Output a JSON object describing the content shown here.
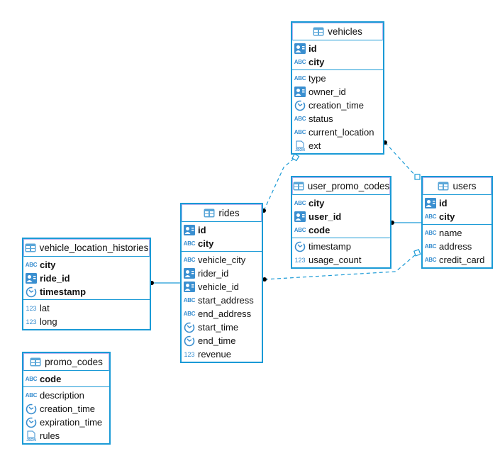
{
  "colors": {
    "border": "#1a9ad6",
    "icon": "#3a8fd0",
    "connector": "#1a9ad6"
  },
  "tables": [
    {
      "name": "vehicles",
      "keys": [
        {
          "name": "id",
          "type": "key"
        },
        {
          "name": "city",
          "type": "abc"
        }
      ],
      "columns": [
        {
          "name": "type",
          "type": "abc"
        },
        {
          "name": "owner_id",
          "type": "key"
        },
        {
          "name": "creation_time",
          "type": "time"
        },
        {
          "name": "status",
          "type": "abc"
        },
        {
          "name": "current_location",
          "type": "abc"
        },
        {
          "name": "ext",
          "type": "json"
        }
      ]
    },
    {
      "name": "user_promo_codes",
      "keys": [
        {
          "name": "city",
          "type": "abc"
        },
        {
          "name": "user_id",
          "type": "key"
        },
        {
          "name": "code",
          "type": "abc"
        }
      ],
      "columns": [
        {
          "name": "timestamp",
          "type": "time"
        },
        {
          "name": "usage_count",
          "type": "num"
        }
      ]
    },
    {
      "name": "users",
      "keys": [
        {
          "name": "id",
          "type": "key"
        },
        {
          "name": "city",
          "type": "abc"
        }
      ],
      "columns": [
        {
          "name": "name",
          "type": "abc"
        },
        {
          "name": "address",
          "type": "abc"
        },
        {
          "name": "credit_card",
          "type": "abc"
        }
      ]
    },
    {
      "name": "rides",
      "keys": [
        {
          "name": "id",
          "type": "key"
        },
        {
          "name": "city",
          "type": "abc"
        }
      ],
      "columns": [
        {
          "name": "vehicle_city",
          "type": "abc"
        },
        {
          "name": "rider_id",
          "type": "key"
        },
        {
          "name": "vehicle_id",
          "type": "key"
        },
        {
          "name": "start_address",
          "type": "abc"
        },
        {
          "name": "end_address",
          "type": "abc"
        },
        {
          "name": "start_time",
          "type": "time"
        },
        {
          "name": "end_time",
          "type": "time"
        },
        {
          "name": "revenue",
          "type": "num"
        }
      ]
    },
    {
      "name": "vehicle_location_histories",
      "keys": [
        {
          "name": "city",
          "type": "abc"
        },
        {
          "name": "ride_id",
          "type": "key"
        },
        {
          "name": "timestamp",
          "type": "time"
        }
      ],
      "columns": [
        {
          "name": "lat",
          "type": "num"
        },
        {
          "name": "long",
          "type": "num"
        }
      ]
    },
    {
      "name": "promo_codes",
      "keys": [
        {
          "name": "code",
          "type": "abc"
        }
      ],
      "columns": [
        {
          "name": "description",
          "type": "abc"
        },
        {
          "name": "creation_time",
          "type": "time"
        },
        {
          "name": "expiration_time",
          "type": "time"
        },
        {
          "name": "rules",
          "type": "json"
        }
      ]
    }
  ],
  "relationships": [
    {
      "from": "rides",
      "to": "vehicles",
      "style": "dashed"
    },
    {
      "from": "vehicles",
      "to": "users",
      "style": "dashed"
    },
    {
      "from": "user_promo_codes",
      "to": "users",
      "style": "solid"
    },
    {
      "from": "rides",
      "to": "users",
      "style": "dashed"
    },
    {
      "from": "vehicle_location_histories",
      "to": "rides",
      "style": "solid"
    }
  ]
}
